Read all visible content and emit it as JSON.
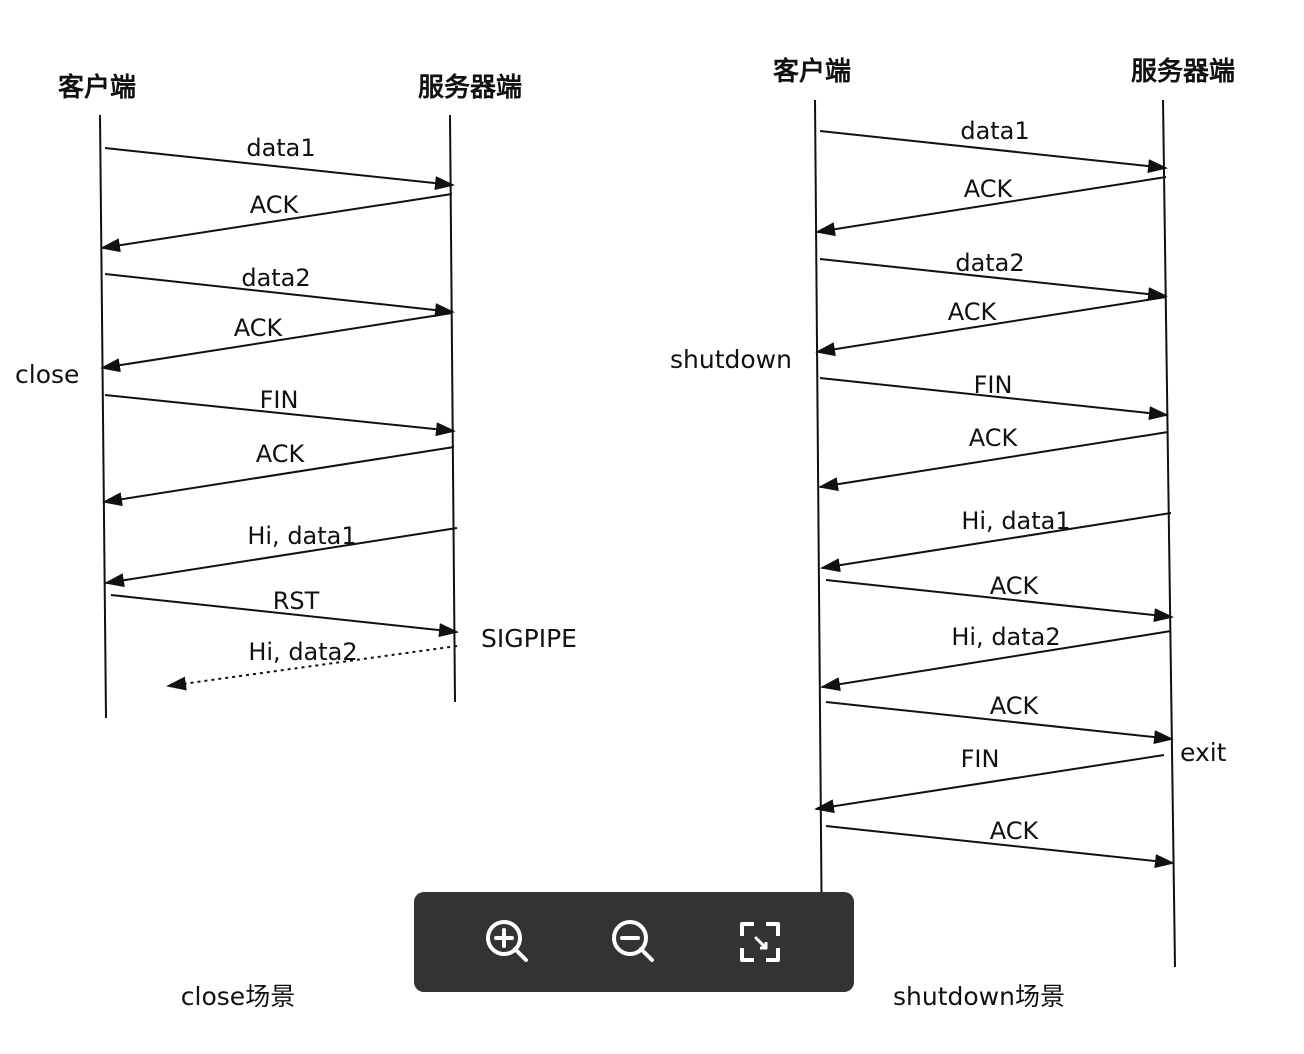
{
  "diagrams": [
    {
      "id": "close",
      "caption": "close场景",
      "client_label": "客户端",
      "server_label": "服务器端",
      "side_labels": [
        {
          "text": "close",
          "side": "client"
        },
        {
          "text": "SIGPIPE",
          "side": "server"
        }
      ],
      "messages": [
        {
          "label": "data1",
          "direction": "client_to_server",
          "style": "solid"
        },
        {
          "label": "ACK",
          "direction": "server_to_client",
          "style": "solid"
        },
        {
          "label": "data2",
          "direction": "client_to_server",
          "style": "solid"
        },
        {
          "label": "ACK",
          "direction": "server_to_client",
          "style": "solid"
        },
        {
          "label": "FIN",
          "direction": "client_to_server",
          "style": "solid"
        },
        {
          "label": "ACK",
          "direction": "server_to_client",
          "style": "solid"
        },
        {
          "label": "Hi, data1",
          "direction": "server_to_client",
          "style": "solid"
        },
        {
          "label": "RST",
          "direction": "client_to_server",
          "style": "solid"
        },
        {
          "label": "Hi, data2",
          "direction": "server_to_client",
          "style": "dotted"
        }
      ]
    },
    {
      "id": "shutdown",
      "caption": "shutdown场景",
      "client_label": "客户端",
      "server_label": "服务器端",
      "side_labels": [
        {
          "text": "shutdown",
          "side": "client"
        },
        {
          "text": "exit",
          "side": "server"
        }
      ],
      "messages": [
        {
          "label": "data1",
          "direction": "client_to_server",
          "style": "solid"
        },
        {
          "label": "ACK",
          "direction": "server_to_client",
          "style": "solid"
        },
        {
          "label": "data2",
          "direction": "client_to_server",
          "style": "solid"
        },
        {
          "label": "ACK",
          "direction": "server_to_client",
          "style": "solid"
        },
        {
          "label": "FIN",
          "direction": "client_to_server",
          "style": "solid"
        },
        {
          "label": "ACK",
          "direction": "server_to_client",
          "style": "solid"
        },
        {
          "label": "Hi, data1",
          "direction": "server_to_client",
          "style": "solid"
        },
        {
          "label": "ACK",
          "direction": "client_to_server",
          "style": "solid"
        },
        {
          "label": "Hi, data2",
          "direction": "server_to_client",
          "style": "solid"
        },
        {
          "label": "ACK",
          "direction": "client_to_server",
          "style": "solid"
        },
        {
          "label": "FIN",
          "direction": "server_to_client",
          "style": "solid"
        },
        {
          "label": "ACK",
          "direction": "client_to_server",
          "style": "solid"
        }
      ]
    }
  ],
  "toolbar": {
    "buttons": [
      {
        "icon": "zoom-in-icon"
      },
      {
        "icon": "zoom-out-icon"
      },
      {
        "icon": "fit-screen-icon"
      }
    ],
    "background": "#333333",
    "icon_color": "#ffffff"
  }
}
